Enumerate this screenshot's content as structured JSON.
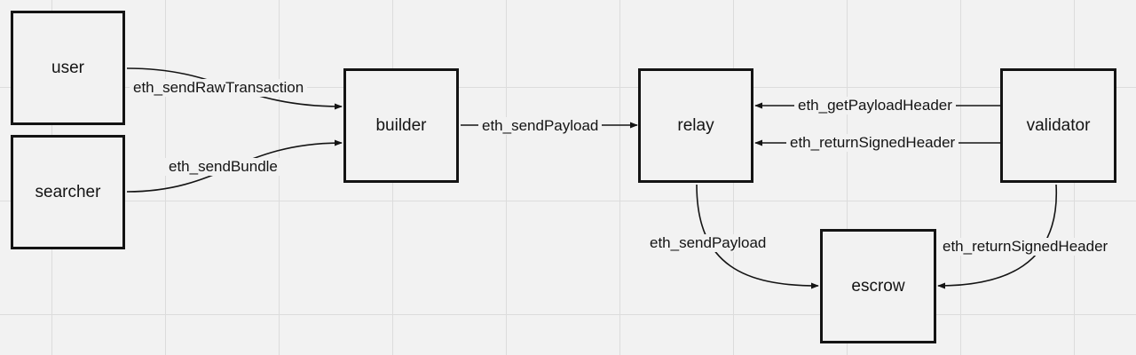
{
  "nodes": {
    "user": "user",
    "searcher": "searcher",
    "builder": "builder",
    "relay": "relay",
    "validator": "validator",
    "escrow": "escrow"
  },
  "edges": {
    "user_to_builder": "eth_sendRawTransaction",
    "searcher_to_builder": "eth_sendBundle",
    "builder_to_relay": "eth_sendPayload",
    "validator_get_header": "eth_getPayloadHeader",
    "validator_return_header": "eth_returnSignedHeader",
    "relay_to_escrow": "eth_sendPayload",
    "validator_to_escrow": "eth_returnSignedHeader"
  },
  "colors": {
    "stroke": "#141414",
    "background": "#f2f2f2",
    "grid": "#dcdcdc"
  }
}
